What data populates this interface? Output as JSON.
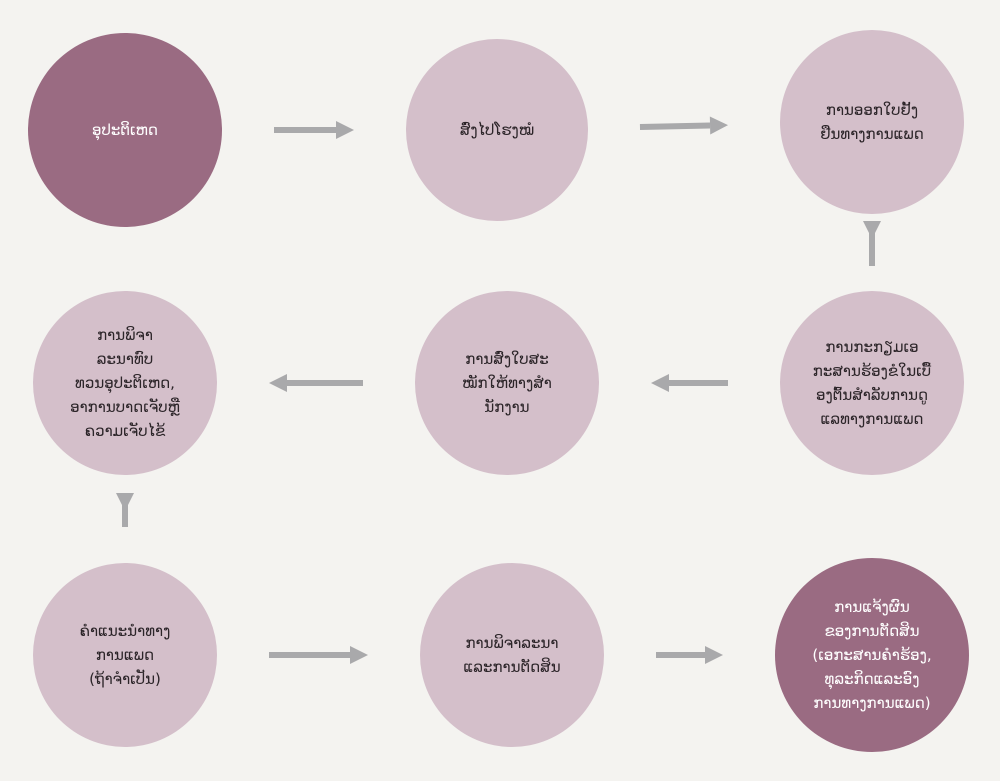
{
  "colors": {
    "background": "#f4f3f0",
    "node_dark": "#9a6b82",
    "node_light": "#d4bfca",
    "arrow": "#a9a9ab",
    "text_dark": "#2c2529",
    "text_light": "#ffffff"
  },
  "nodes": [
    {
      "id": "accident",
      "label": "ອຸປະຕິເຫດ",
      "style": "dark"
    },
    {
      "id": "hospital",
      "label": "ສົ່ງໄປໂຮງໝໍ",
      "style": "light"
    },
    {
      "id": "medical-certification",
      "label": "ການອອກໃບຢັ້ງ\nຢືນທາງການແພດ",
      "style": "light"
    },
    {
      "id": "fill-claim-form",
      "label": "ການກະກຽມເອ\nກະສານຮ້ອງຂໍໃນເບື້\nອງຕົ້ນສຳລັບການດູ\nແລທາງການແພດ",
      "style": "light"
    },
    {
      "id": "submit-to-office",
      "label": "ການສົ່ງໃບສະ\nໝັກໃຫ້ທາງສຳ\nນັກງານ",
      "style": "light"
    },
    {
      "id": "review-circumstances",
      "label": "ການພິຈາ\nລະນາທົບ\nທວນອຸປະຕິເຫດ,\nອາການບາດເຈັບຫຼື\nຄວາມເຈັບໄຂ້",
      "style": "light"
    },
    {
      "id": "medical-advice",
      "label": "ຄຳແນະນຳທາງ\nການແພດ\n(ຖ້າຈຳເປັນ)",
      "style": "light"
    },
    {
      "id": "consideration-decision",
      "label": "ການພິຈາລະນາ\nແລະການຕັດສິນ",
      "style": "light"
    },
    {
      "id": "notification",
      "label": "ການແຈ້ງຜົນ\nຂອງການຕັດສິນ\n(ເອກະສານຄຳຮ້ອງ,\nທຸລະກິດແລະອົງ\nການທາງການແພດ)",
      "style": "dark"
    }
  ],
  "edges": [
    {
      "from": "accident",
      "to": "hospital"
    },
    {
      "from": "hospital",
      "to": "medical-certification"
    },
    {
      "from": "medical-certification",
      "to": "fill-claim-form"
    },
    {
      "from": "fill-claim-form",
      "to": "submit-to-office"
    },
    {
      "from": "submit-to-office",
      "to": "review-circumstances"
    },
    {
      "from": "review-circumstances",
      "to": "medical-advice"
    },
    {
      "from": "medical-advice",
      "to": "consideration-decision"
    },
    {
      "from": "consideration-decision",
      "to": "notification"
    }
  ]
}
